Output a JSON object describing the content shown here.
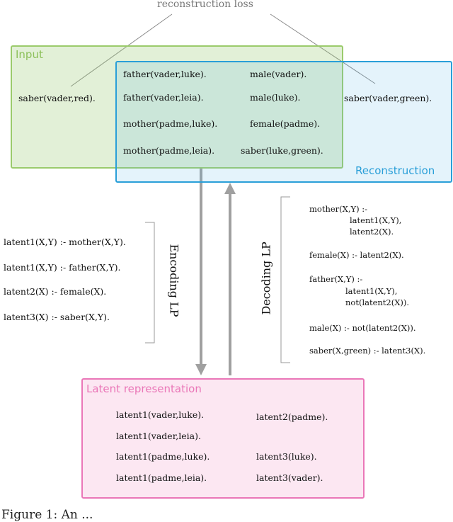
{
  "top_label": "reconstruction loss",
  "input": {
    "title": "Input",
    "left_fact": "saber(vader,red)."
  },
  "reconstruction": {
    "title": "Reconstruction",
    "right_fact": "saber(vader,green)."
  },
  "shared_facts": {
    "col1": [
      "father(vader,luke).",
      "father(vader,leia).",
      "mother(padme,luke).",
      "mother(padme,leia)."
    ],
    "col2": [
      "male(vader).",
      "male(luke).",
      "female(padme).",
      "saber(luke,green)."
    ]
  },
  "encoding": {
    "label": "Encoding LP",
    "rules": [
      "latent1(X,Y) :- mother(X,Y).",
      "latent1(X,Y) :- father(X,Y).",
      "latent2(X) :-  female(X).",
      "latent3(X) :- saber(X,Y)."
    ]
  },
  "decoding": {
    "label": "Decoding LP",
    "rules": [
      "mother(X,Y) :-",
      "latent1(X,Y),",
      "latent2(X).",
      "female(X) :- latent2(X).",
      "father(X,Y) :-",
      "latent1(X,Y),",
      "not(latent2(X)).",
      "male(X) :- not(latent2(X)).",
      "saber(X,green) :- latent3(X)."
    ]
  },
  "latent": {
    "title": "Latent representation",
    "col1": [
      "latent1(vader,luke).",
      "latent1(vader,leia).",
      "latent1(padme,luke).",
      "latent1(padme,leia)."
    ],
    "col2": [
      "latent2(padme).",
      "latent3(luke).",
      "latent3(vader)."
    ]
  },
  "caption": "Figure 1:  An ...",
  "colors": {
    "input": "#9bcb6c",
    "reconstruction": "#2a9fd8",
    "latent": "#ea77b8",
    "arrow": "#a0a0a0"
  }
}
